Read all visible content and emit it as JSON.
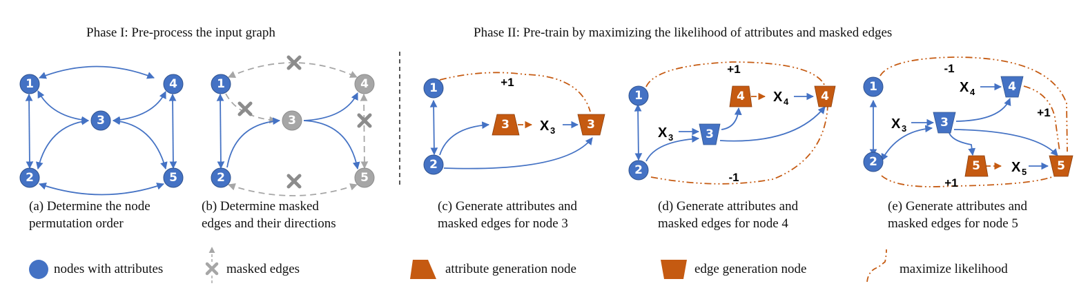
{
  "colors": {
    "node_blue": "#4472c4",
    "edge_blue": "#4472c4",
    "masked_gray": "#a6a6a6",
    "gen_orange": "#c55a11",
    "divider": "#555555",
    "text": "#111111"
  },
  "phases": [
    {
      "id": "phase-1",
      "title": "Phase I: Pre-process the input graph"
    },
    {
      "id": "phase-2",
      "title": "Phase II: Pre-train by maximizing the likelihood of attributes and masked edges"
    }
  ],
  "panels": [
    {
      "id": "a",
      "caption_line1": "(a) Determine the node",
      "caption_line2": "permutation order",
      "nodes": [
        "1",
        "2",
        "3",
        "4",
        "5"
      ]
    },
    {
      "id": "b",
      "caption_line1": "(b) Determine masked",
      "caption_line2": "edges and their directions",
      "nodes": [
        "1",
        "2",
        "3",
        "4",
        "5"
      ]
    },
    {
      "id": "c",
      "caption_line1": "(c) Generate attributes and",
      "caption_line2": "masked edges for node 3",
      "nodes": [
        "1",
        "2",
        "3",
        "3"
      ],
      "variables": [
        {
          "base": "X",
          "sub": "3"
        }
      ],
      "weights": [
        "+1"
      ]
    },
    {
      "id": "d",
      "caption_line1": "(d) Generate attributes and",
      "caption_line2": "masked edges for node 4",
      "nodes": [
        "1",
        "2",
        "3",
        "4",
        "4"
      ],
      "variables": [
        {
          "base": "X",
          "sub": "3"
        },
        {
          "base": "X",
          "sub": "4"
        }
      ],
      "weights": [
        "+1",
        "-1"
      ]
    },
    {
      "id": "e",
      "caption_line1": "(e) Generate attributes and",
      "caption_line2": "masked edges for node 5",
      "nodes": [
        "1",
        "2",
        "3",
        "4",
        "5",
        "5"
      ],
      "variables": [
        {
          "base": "X",
          "sub": "3"
        },
        {
          "base": "X",
          "sub": "4"
        },
        {
          "base": "X",
          "sub": "5"
        }
      ],
      "weights": [
        "-1",
        "+1",
        "+1"
      ]
    }
  ],
  "legend": [
    {
      "icon": "blue-circle-node-icon",
      "label": "nodes with attributes"
    },
    {
      "icon": "masked-edge-x-icon",
      "label": "masked edges"
    },
    {
      "icon": "attribute-generation-trapezoid-icon",
      "label": "attribute generation node"
    },
    {
      "icon": "edge-generation-trapezoid-icon",
      "label": "edge generation node"
    },
    {
      "icon": "dash-dot-curve-icon",
      "label": "maximize likelihood"
    }
  ]
}
